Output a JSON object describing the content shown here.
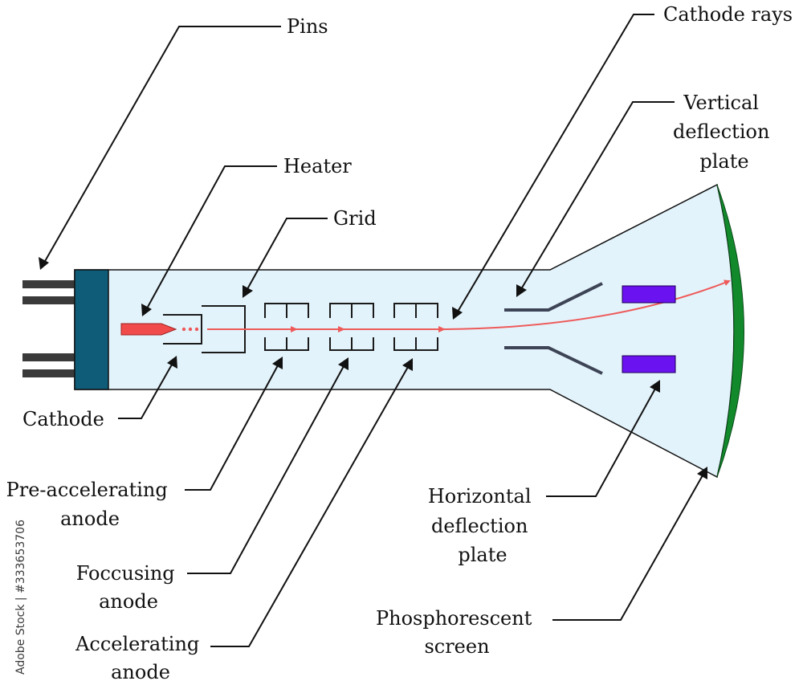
{
  "labels": {
    "pins": "Pins",
    "heater": "Heater",
    "grid": "Grid",
    "cathode": "Cathode",
    "cathode_rays": "Cathode rays",
    "vertical_plate": [
      "Vertical",
      "deflection",
      "plate"
    ],
    "pre_accelerating_anode": [
      "Pre-accelerating",
      "anode"
    ],
    "focusing_anode": [
      "Foccusing",
      "anode"
    ],
    "accelerating_anode": [
      "Accelerating",
      "anode"
    ],
    "horizontal_plate": [
      "Horizontal",
      "deflection",
      "plate"
    ],
    "phosphorescent_screen": [
      "Phosphorescent",
      "screen"
    ]
  },
  "watermark": "Adobe Stock | #333653706",
  "colors": {
    "tube_fill": "#e3f3fb",
    "base": "#0e5c78",
    "pins": "#3a3a3a",
    "cathode": "#f04a4a",
    "beam": "#ee5a5a",
    "deflection_plate": "#3d4455",
    "horizontal_block": "#6a12f0",
    "screen": "#128a2c"
  }
}
